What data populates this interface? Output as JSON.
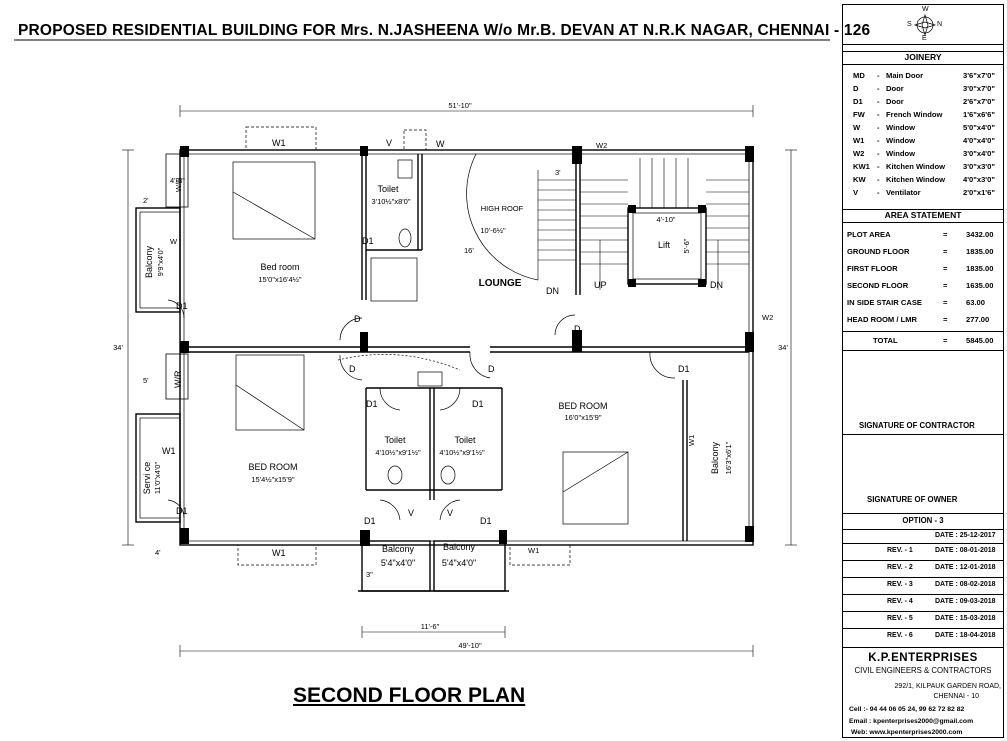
{
  "title": "PROPOSED  RESIDENTIAL  BUILDING   FOR Mrs. N.JASHEENA W/o Mr.B. DEVAN  AT N.R.K  NAGAR, CHENNAI - 126",
  "plan_title": "SECOND FLOOR PLAN",
  "compass": {
    "n": "N",
    "s": "S",
    "e": "E",
    "w": "W"
  },
  "rooms": {
    "bed1": {
      "name": "Bed room",
      "size": "15'0\"x16'4½\""
    },
    "bed2": {
      "name": "BED ROOM",
      "size": "15'4½\"x15'9\""
    },
    "bed3": {
      "name": "BED ROOM",
      "size": "16'0\"x15'9\""
    },
    "toilet1": {
      "name": "Toilet",
      "size": "3'10½\"x8'0\""
    },
    "toilet2": {
      "name": "Toilet",
      "size": "4'10½\"x9'1½\""
    },
    "toilet3": {
      "name": "Toilet",
      "size": "4'10½\"x9'1½\""
    },
    "balcony1": {
      "name": "Balcony",
      "size": "9'9\"x4'0\""
    },
    "service": {
      "name": "Servi ce",
      "size": "11'0\"x4'0\""
    },
    "balcony_r": {
      "name": "Balcony",
      "size": "16'3\"x6'1\""
    },
    "balcony_b1": {
      "name": "Balcony",
      "size": "5'4\"x4'0\""
    },
    "balcony_b2": {
      "name": "Balcony",
      "size": "5'4\"x4'0\""
    },
    "lounge": "LOUNGE",
    "high_roof": "HIGH ROOF",
    "high_roof_dim": "10'-6½\"",
    "lift": "Lift",
    "lift_w": "4'-10\"",
    "lift_h": "5'-6\""
  },
  "tags": {
    "w1": "W1",
    "w2": "W2",
    "w": "W",
    "v": "V",
    "d": "D",
    "d1": "D1",
    "wr": "W/R",
    "dn": "DN",
    "up": "UP"
  },
  "dims": {
    "top": "51'-10\"",
    "bottom": "49'-10\"",
    "left": "34'",
    "right": "34'",
    "bottom_mid": "11'-6\"",
    "d_4_3": "4'-3\"",
    "d_2": "2'",
    "d_5": "5'",
    "d_4": "4'",
    "d_3": "3'",
    "d_16": "16'",
    "d_3b": "3\""
  },
  "joinery": {
    "heading": "JOINERY",
    "items": [
      {
        "code": "MD",
        "name": "Main Door",
        "size": "3'6\"x7'0\""
      },
      {
        "code": "D",
        "name": "Door",
        "size": "3'0\"x7'0\""
      },
      {
        "code": "D1",
        "name": "Door",
        "size": "2'6\"x7'0\""
      },
      {
        "code": "FW",
        "name": "French Window",
        "size": "1'6\"x6'6\""
      },
      {
        "code": "W",
        "name": "Window",
        "size": "5'0\"x4'0\""
      },
      {
        "code": "W1",
        "name": "Window",
        "size": "4'0\"x4'0\""
      },
      {
        "code": "W2",
        "name": "Window",
        "size": "3'0\"x4'0\""
      },
      {
        "code": "KW1",
        "name": "Kitchen Window",
        "size": "3'0\"x3'0\""
      },
      {
        "code": "KW",
        "name": "Kitchen Window",
        "size": "4'0\"x3'0\""
      },
      {
        "code": "V",
        "name": "Ventilator",
        "size": "2'0\"x1'6\""
      }
    ]
  },
  "area": {
    "heading": "AREA  STATEMENT",
    "items": [
      {
        "label": "PLOT AREA",
        "value": "3432.00"
      },
      {
        "label": "GROUND FLOOR",
        "value": "1835.00"
      },
      {
        "label": "FIRST  FLOOR",
        "value": "1835.00"
      },
      {
        "label": "SECOND  FLOOR",
        "value": "1635.00"
      },
      {
        "label": "IN SIDE STAIR CASE",
        "value": "63.00"
      },
      {
        "label": "HEAD  ROOM / LMR",
        "value": "277.00"
      }
    ],
    "total_label": "TOTAL",
    "total_value": "5845.00"
  },
  "signatures": {
    "contractor": "SIGNATURE OF CONTRACTOR",
    "owner": "SIGNATURE OF OWNER"
  },
  "option": "OPTION - 3",
  "date": "DATE : 25-12-2017",
  "revisions": [
    {
      "rev": "REV. - 1",
      "date": "DATE : 08-01-2018"
    },
    {
      "rev": "REV. - 2",
      "date": "DATE : 12-01-2018"
    },
    {
      "rev": "REV. - 3",
      "date": "DATE : 08-02-2018"
    },
    {
      "rev": "REV. - 4",
      "date": "DATE : 09-03-2018"
    },
    {
      "rev": "REV. - 5",
      "date": "DATE : 15-03-2018"
    },
    {
      "rev": "REV. - 6",
      "date": "DATE : 18-04-2018"
    }
  ],
  "company": {
    "name": "K.P.ENTERPRISES",
    "tagline": "CIVIL ENGINEERS & CONTRACTORS",
    "address1": "292/1, KILPAUK GARDEN ROAD,",
    "address2": "CHENNAI - 10",
    "cell": "Cell  :- 94 44 06 05 24,  99 62 72 82 82",
    "email": "Email : kpenterprises2000@gmail.com",
    "web": "Web: www.kpenterprises2000.com"
  }
}
